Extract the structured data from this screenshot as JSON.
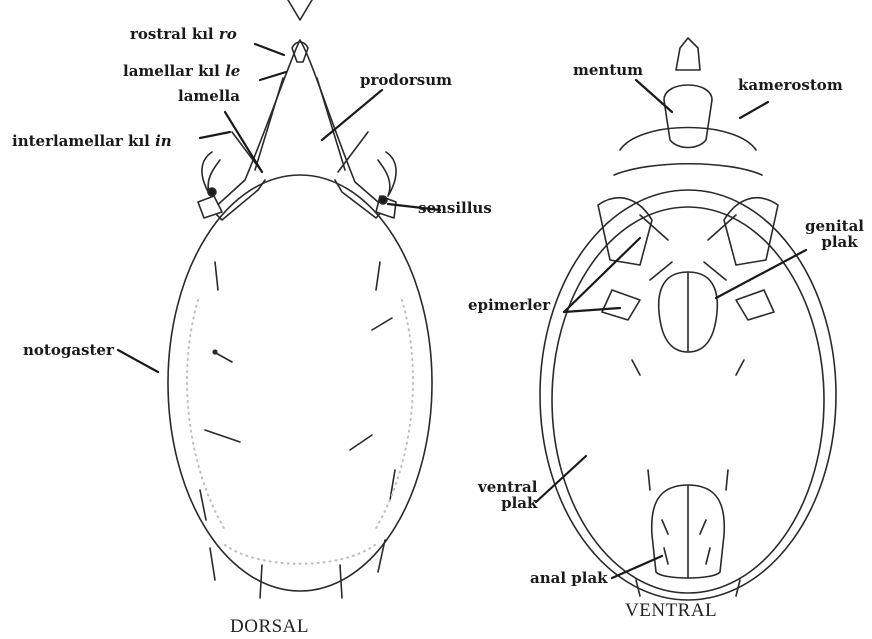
{
  "dorsal": {
    "view_label": "DORSAL",
    "labels": {
      "rostral": {
        "text": "rostral kıl ",
        "abbr": "ro"
      },
      "lamellar": {
        "text": "lamellar kıl ",
        "abbr": "le"
      },
      "lamella": "lamella",
      "interlamellar": {
        "text": "interlamellar kıl ",
        "abbr": "in"
      },
      "prodorsum": "prodorsum",
      "sensillus": "sensillus",
      "notogaster": "notogaster"
    }
  },
  "ventral": {
    "view_label": "VENTRAL",
    "labels": {
      "mentum": "mentum",
      "kamerostom": "kamerostom",
      "genital_plak": [
        "genital",
        "plak"
      ],
      "epimerler": "epimerler",
      "ventral_plak": [
        "ventral",
        "plak"
      ],
      "anal_plak": "anal plak"
    }
  },
  "colors": {
    "ink": "#1a1a1a",
    "stroke": "#2a2a2a",
    "dots": "#bdbdbd"
  }
}
